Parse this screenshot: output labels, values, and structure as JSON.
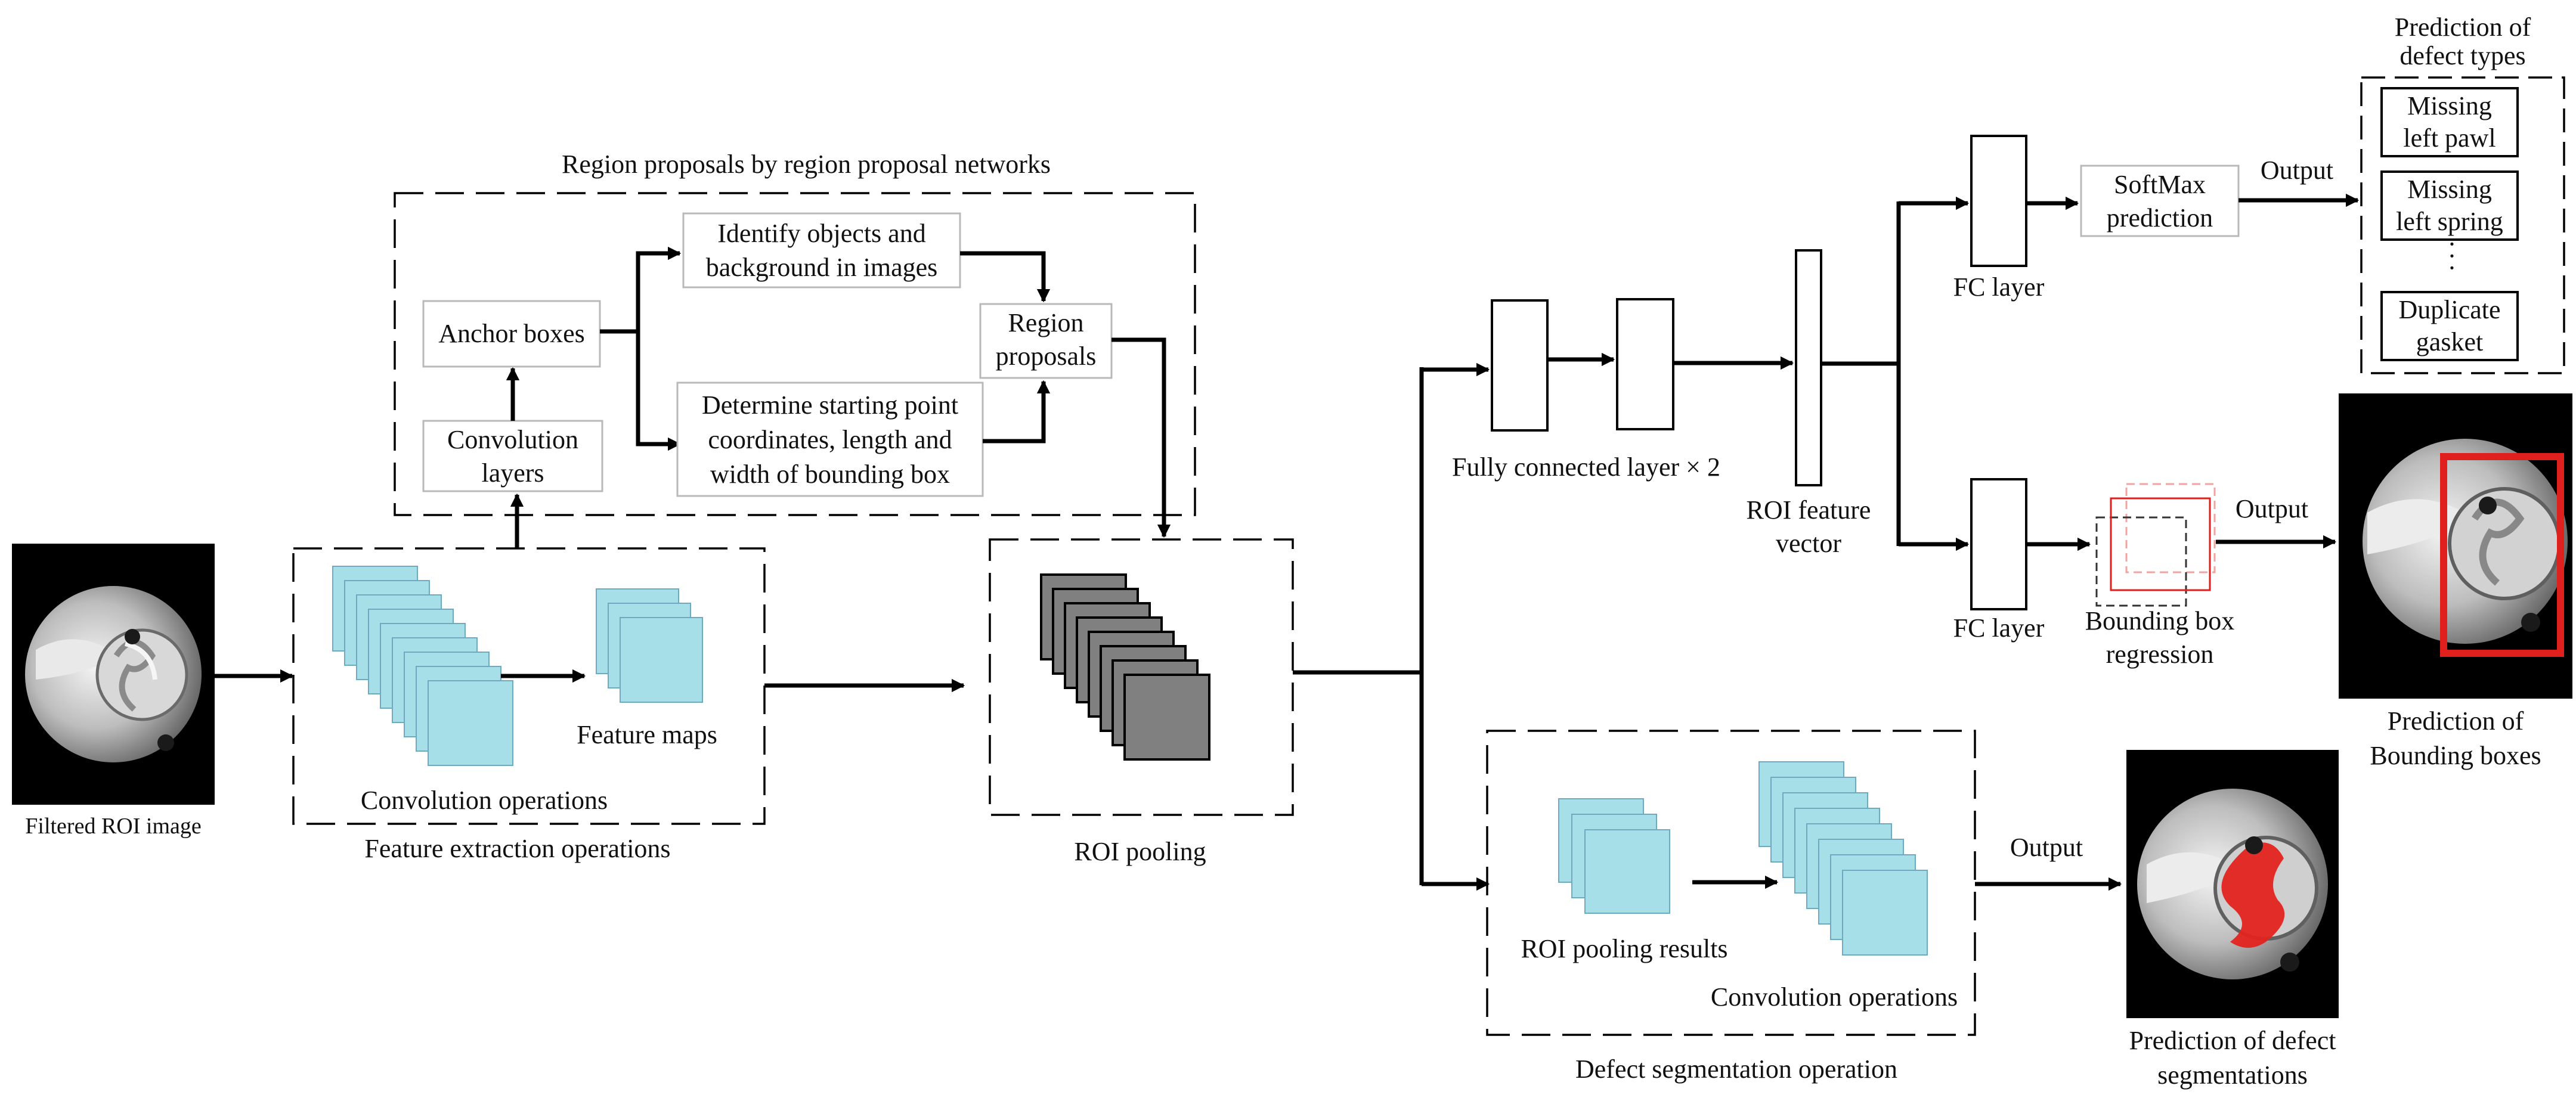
{
  "colors": {
    "feature_map_fill": "#a6dfe8",
    "feature_map_stroke": "#6fa9c0",
    "pooling_fill": "#808080",
    "bbox_red": "#e0201c",
    "mask_red": "#e3231f",
    "line": "#000000",
    "light_box_stroke": "#b9b9b9"
  },
  "labels": {
    "filtered_roi_image": "Filtered ROI image",
    "rpn_title": "Region proposals by region proposal networks",
    "anchor_boxes": "Anchor boxes",
    "conv_layers_1": "Convolution",
    "conv_layers_2": "layers",
    "identify_1": "Identify objects and",
    "identify_2": "background in images",
    "determine_1": "Determine starting point",
    "determine_2": "coordinates, length and",
    "determine_3": "width of bounding box",
    "region_proposals_1": "Region",
    "region_proposals_2": "proposals",
    "feature_maps": "Feature maps",
    "convolution_operations": "Convolution operations",
    "feature_extraction_operations": "Feature extraction operations",
    "roi_pooling": "ROI pooling",
    "fully_connected_x2": "Fully connected layer × 2",
    "roi_feature_vector_1": "ROI feature",
    "roi_feature_vector_2": "vector",
    "fc_layer_top": "FC layer",
    "fc_layer_bottom": "FC layer",
    "softmax_1": "SoftMax",
    "softmax_2": "prediction",
    "output_top": "Output",
    "output_mid": "Output",
    "output_bottom": "Output",
    "pred_defect_types_1": "Prediction of",
    "pred_defect_types_2": "defect types",
    "missing_left_pawl_1": "Missing",
    "missing_left_pawl_2": "left pawl",
    "missing_left_spring_1": "Missing",
    "missing_left_spring_2": "left spring",
    "ellipsis": "·",
    "duplicate_gasket_1": "Duplicate",
    "duplicate_gasket_2": "gasket",
    "bbox_regression_1": "Bounding box",
    "bbox_regression_2": "regression",
    "pred_bboxes_1": "Prediction of",
    "pred_bboxes_2": "Bounding boxes",
    "roi_pooling_results": "ROI pooling results",
    "convolution_operations_2": "Convolution operations",
    "defect_segmentation_operation": "Defect segmentation operation",
    "pred_segmentations_1": "Prediction of defect",
    "pred_segmentations_2": "segmentations"
  }
}
